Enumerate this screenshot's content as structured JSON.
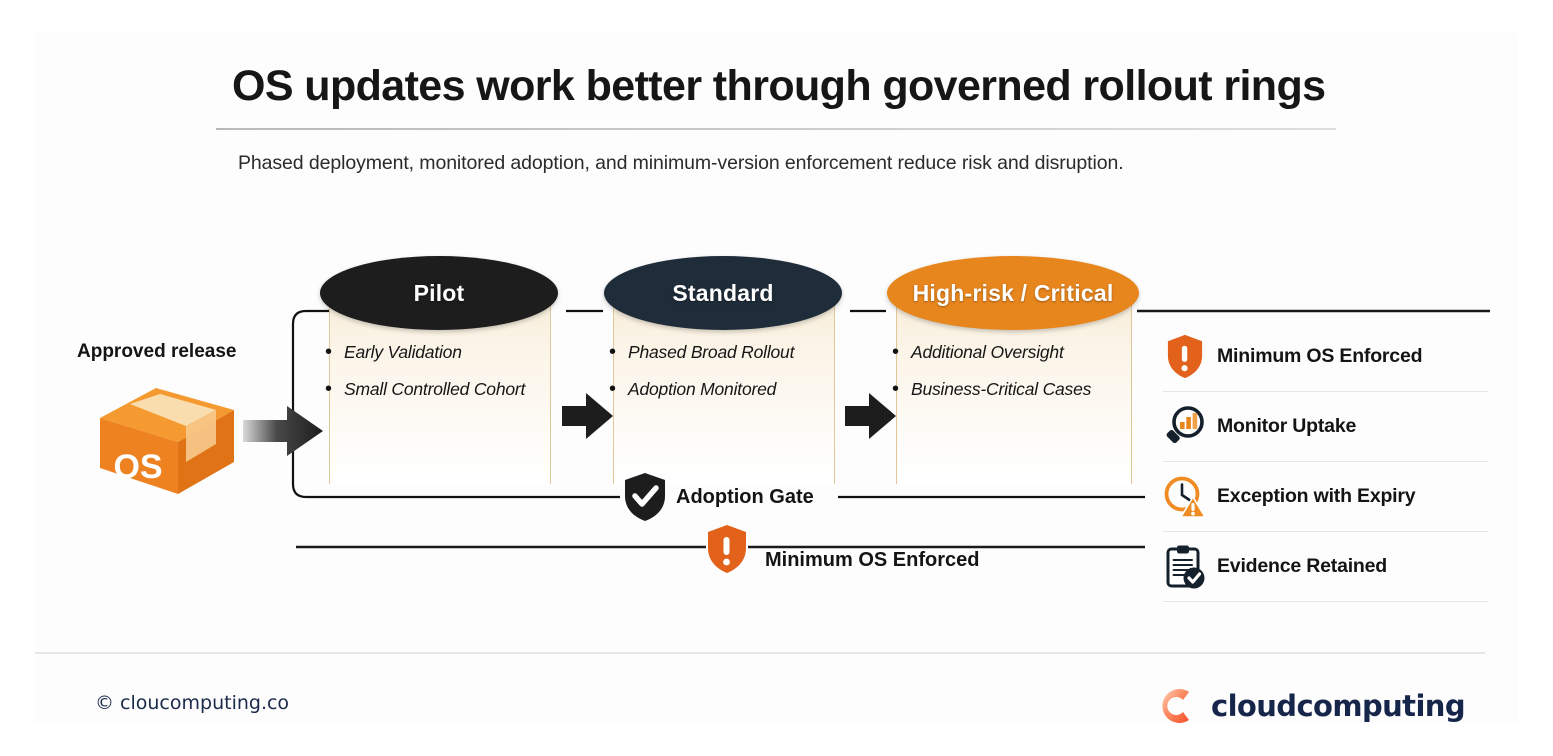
{
  "header": {
    "title": "OS updates work better through governed rollout rings",
    "subtitle": "Phased deployment, monitored adoption, and minimum-version enforcement reduce risk and disruption."
  },
  "source": {
    "label": "Approved release",
    "box_text": "OS"
  },
  "stages": [
    {
      "name": "Pilot",
      "color": "#1d1d1d",
      "bullets": [
        "Early Validation",
        "Small Controlled Cohort"
      ]
    },
    {
      "name": "Standard",
      "color": "#1f2d3a",
      "bullets": [
        "Phased Broad Rollout",
        "Adoption Monitored"
      ]
    },
    {
      "name": "High-risk / Critical",
      "color": "#e8861e",
      "bullets": [
        "Additional Oversight",
        "Business-Critical Cases"
      ]
    }
  ],
  "gates": [
    {
      "label": "Adoption Gate",
      "icon": "shield-check-icon",
      "color": "#1d1d1d"
    },
    {
      "label": "Minimum OS Enforced",
      "icon": "shield-exclamation-icon",
      "color": "#e2621b"
    }
  ],
  "controls": [
    {
      "label": "Minimum OS Enforced",
      "icon": "shield-exclamation-icon"
    },
    {
      "label": "Monitor Uptake",
      "icon": "magnifier-barchart-icon"
    },
    {
      "label": "Exception with Expiry",
      "icon": "clock-warning-icon"
    },
    {
      "label": "Evidence Retained",
      "icon": "clipboard-check-icon"
    }
  ],
  "footer": {
    "copyright": "© cloucomputing.co",
    "brand": "cloudcomputing"
  },
  "colors": {
    "accent_orange": "#e8861e",
    "deep_orange": "#e2621b",
    "ink": "#141414",
    "navy": "#1f2d3a",
    "brand_navy": "#16264a",
    "cream": "#f7ecd8",
    "rule": "#e6e6e6"
  }
}
